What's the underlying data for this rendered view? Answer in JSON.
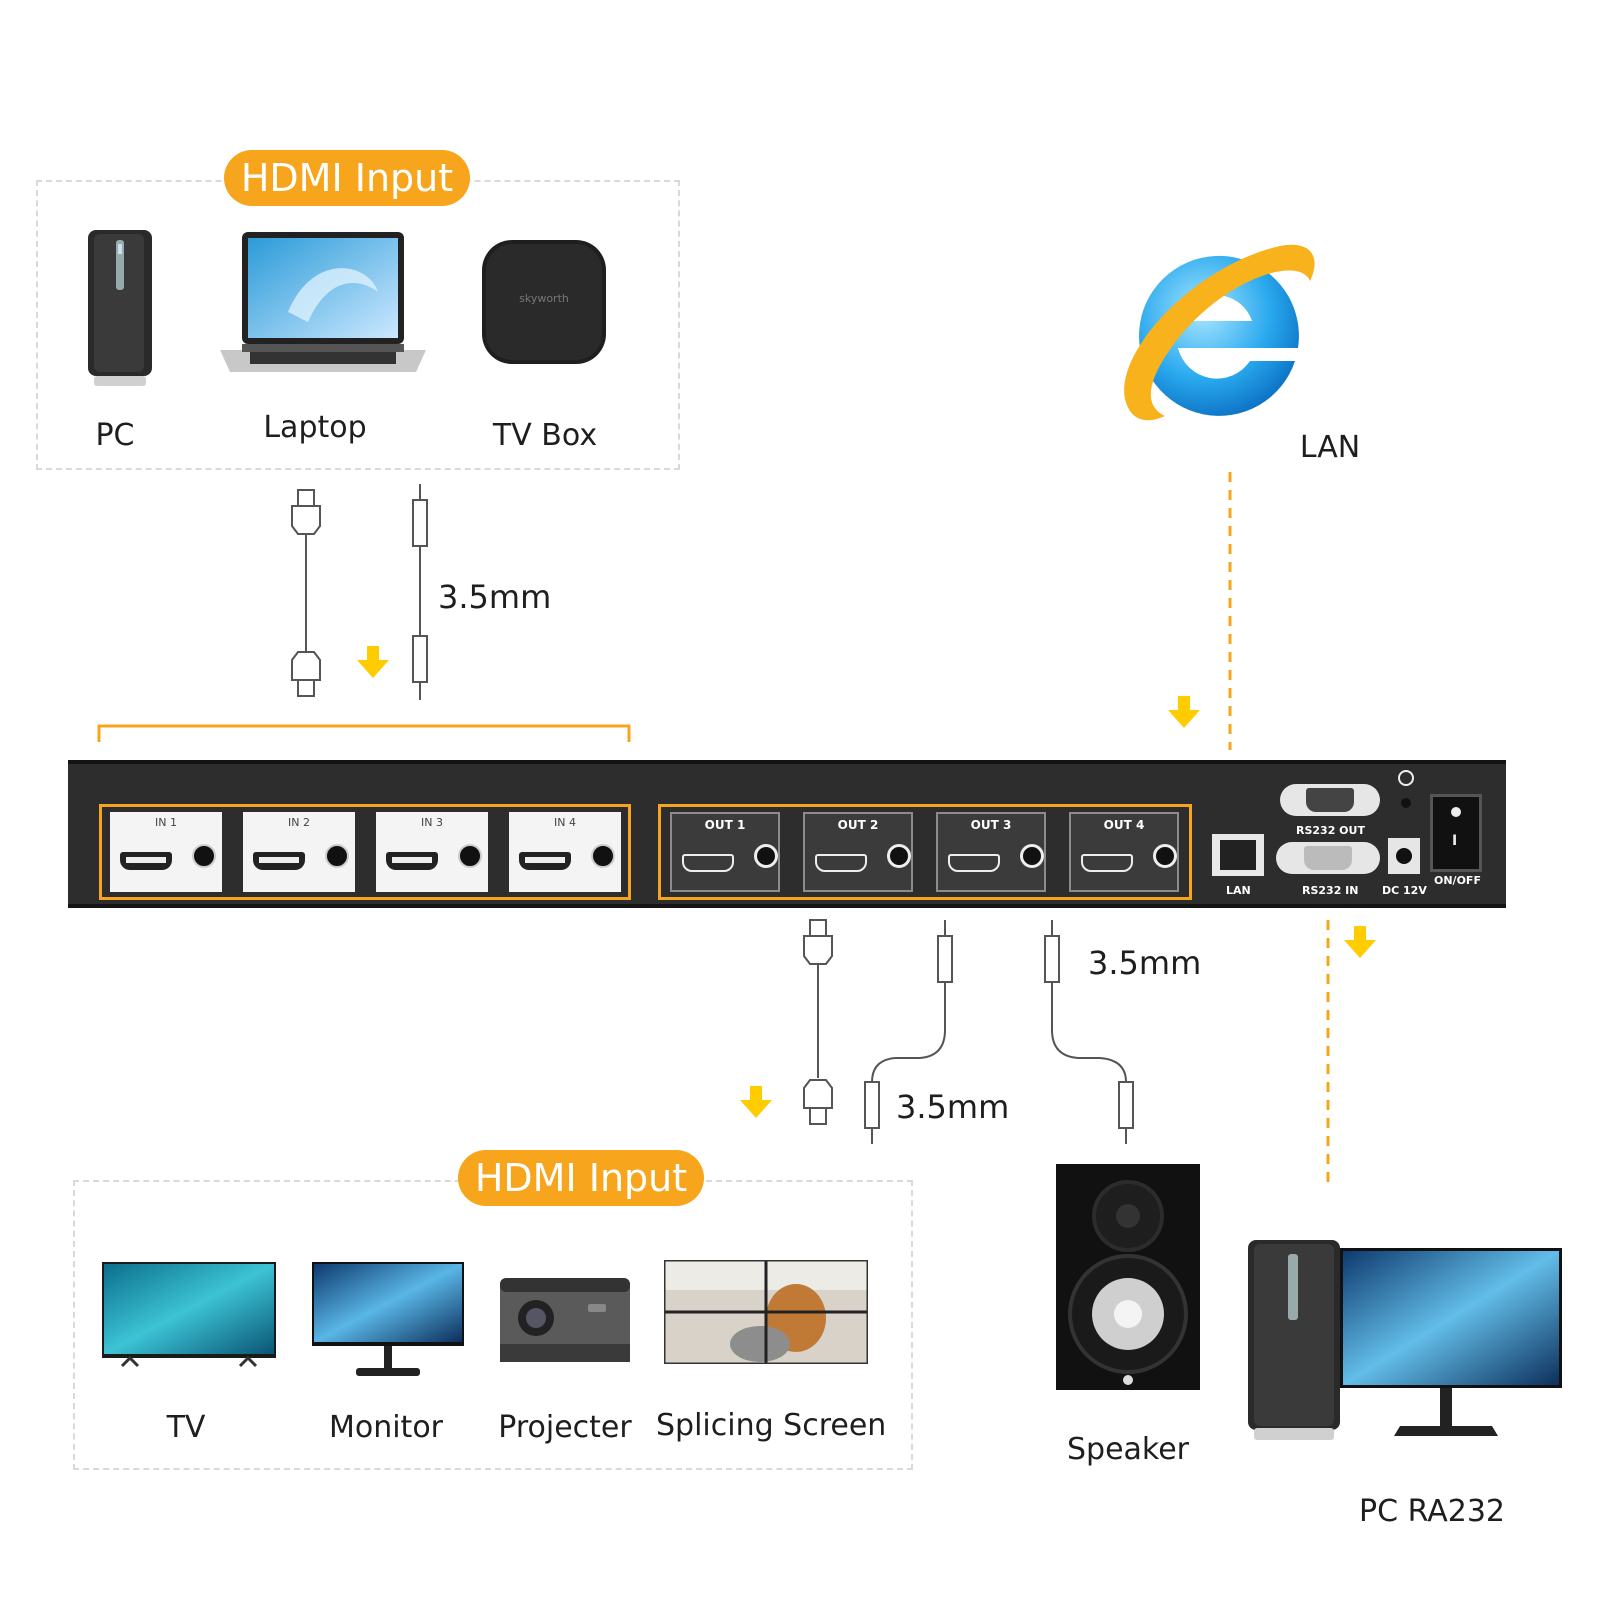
{
  "top_section": {
    "badge": "HDMI Input",
    "devices": [
      {
        "label": "PC",
        "icon": "pc-tower-icon"
      },
      {
        "label": "Laptop",
        "icon": "laptop-icon"
      },
      {
        "label": "TV Box",
        "icon": "tv-box-icon"
      }
    ],
    "tvbox_brand": "skyworth"
  },
  "lan_section": {
    "label": "LAN",
    "icon": "internet-explorer-icon"
  },
  "cables": {
    "top_audio": "3.5mm",
    "bottom_audio_1": "3.5mm",
    "bottom_audio_2": "3.5mm"
  },
  "device_panel": {
    "inputs": [
      "IN 1",
      "IN 2",
      "IN 3",
      "IN 4"
    ],
    "outputs": [
      "OUT 1",
      "OUT 2",
      "OUT 3",
      "OUT 4"
    ],
    "lan": "LAN",
    "rs232_out": "RS232 OUT",
    "rs232_in": "RS232 IN",
    "dc": "DC 12V",
    "power": "ON/OFF",
    "switch_mark": "I"
  },
  "bottom_section": {
    "badge": "HDMI Input",
    "devices": [
      {
        "label": "TV",
        "icon": "tv-icon"
      },
      {
        "label": "Monitor",
        "icon": "monitor-icon"
      },
      {
        "label": "Projecter",
        "icon": "projector-icon"
      },
      {
        "label": "Splicing Screen",
        "icon": "video-wall-icon"
      }
    ]
  },
  "speaker": {
    "label": "Speaker",
    "icon": "speaker-icon"
  },
  "pc_rs232": {
    "label": "PC RA232",
    "icon": "desktop-pc-icon"
  },
  "colors": {
    "accent": "#f7a51c",
    "arrow": "#ffcc00",
    "panel": "#2d2d2d"
  }
}
